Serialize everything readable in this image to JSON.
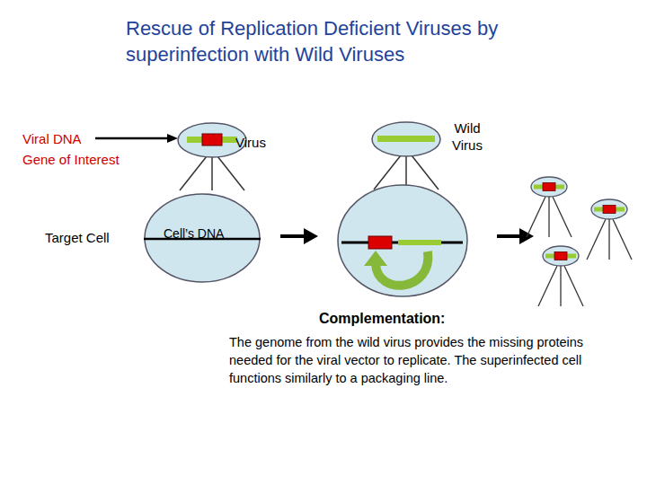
{
  "diagram": {
    "title": "Rescue of Replication Deficient Viruses by superinfection with Wild Viruses",
    "nodes": [
      {
        "text": [
          "Cell’s DNA"
        ]
      }
    ],
    "labels": [
      "Viral DNA",
      "Gene of Interest",
      "Virus",
      "Wild Virus",
      "Target Cell",
      "Complementation:",
      "The genome from the wild virus provides the missing proteins needed for the viral vector to replicate. The superinfected cell functions similarly to a packaging line."
    ]
  }
}
